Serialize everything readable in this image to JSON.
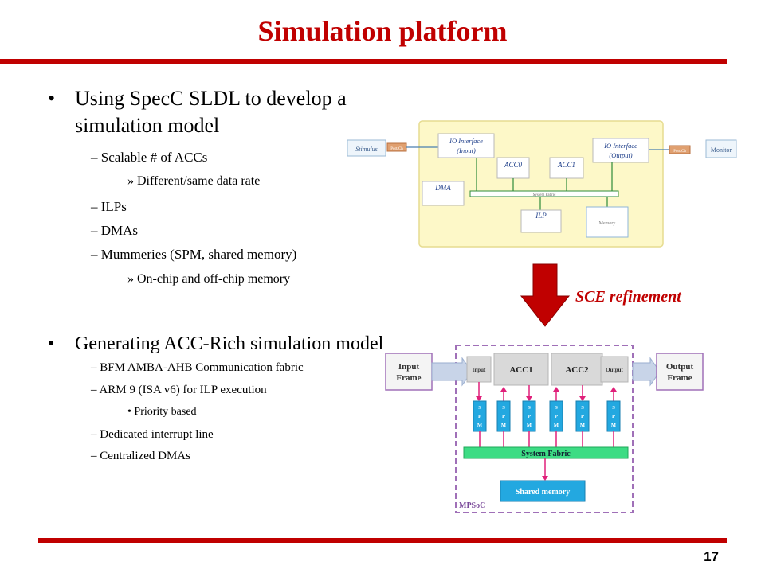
{
  "slide": {
    "title": "Simulation  platform",
    "page_number": "17",
    "accent_color": "#c00000"
  },
  "bullets": {
    "b1": {
      "line1": "Using  SpecC SLDL to develop a",
      "line2": "simulation  model"
    },
    "b1_items": {
      "acc": "Scalable # of ACCs",
      "acc_rate": "Different/same  data rate",
      "ilp": "ILPs",
      "dma": "DMAs",
      "mem": "Mummeries  (SPM, shared memory)",
      "mem_sub": "On-chip and off-chip memory"
    },
    "b2": "Generating ACC-Rich simulation model",
    "b2_items": {
      "bfm": "BFM AMBA-AHB Communication  fabric",
      "arm": "ARM 9 (ISA v6) for ILP execution",
      "arm_sub": "Priority based",
      "irq": "Dedicated interrupt line",
      "dmas": "Centralized DMAs"
    }
  },
  "top_diagram": {
    "stimulus": "Stimulus",
    "port_in": "Port/Ch",
    "io_input_l1": "IO Interface",
    "io_input_l2": "(Input)",
    "io_output_l1": "IO Interface",
    "io_output_l2": "(Output)",
    "port_out": "Port/Ch",
    "monitor": "Monitor",
    "acc0": "ACC0",
    "acc1": "ACC1",
    "dma": "DMA",
    "system_fabric": "System Fabric",
    "ilp": "ILP",
    "memory": "Memory"
  },
  "refinement_label": "SCE refinement",
  "bottom_diagram": {
    "input_frame_l1": "Input",
    "input_frame_l2": "Frame",
    "output_frame_l1": "Output",
    "output_frame_l2": "Frame",
    "input": "Input",
    "acc1": "ACC1",
    "acc2": "ACC2",
    "output": "Output",
    "spm_letters": [
      "S",
      "P",
      "M"
    ],
    "system_fabric": "System Fabric",
    "shared_memory": "Shared memory",
    "mpsoc": "MPSoC"
  }
}
